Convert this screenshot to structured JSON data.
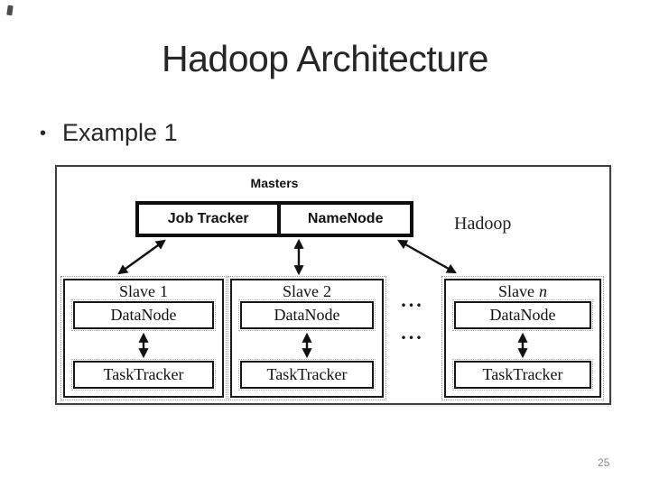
{
  "slide": {
    "title": "Hadoop Architecture",
    "bullet": {
      "marker": "•",
      "text": "Example 1"
    },
    "page_number": "25"
  },
  "diagram": {
    "masters_label": "Masters",
    "job_tracker_label": "Job Tracker",
    "name_node_label": "NameNode",
    "hadoop_label": "Hadoop",
    "slaves": [
      {
        "title_prefix": "Slave",
        "title_suffix": "1",
        "datanode_label": "DataNode",
        "tasktracker_label": "TaskTracker"
      },
      {
        "title_prefix": "Slave",
        "title_suffix": "2",
        "datanode_label": "DataNode",
        "tasktracker_label": "TaskTracker"
      },
      {
        "title_prefix": "Slave",
        "title_suffix": "n",
        "datanode_label": "DataNode",
        "tasktracker_label": "TaskTracker"
      }
    ],
    "ellipsis_rows": [
      "...",
      "..."
    ],
    "colors": {
      "box_border": "#0d0d0d",
      "outer_border": "#3f3f3f",
      "page_number": "#8c8c8c"
    }
  }
}
